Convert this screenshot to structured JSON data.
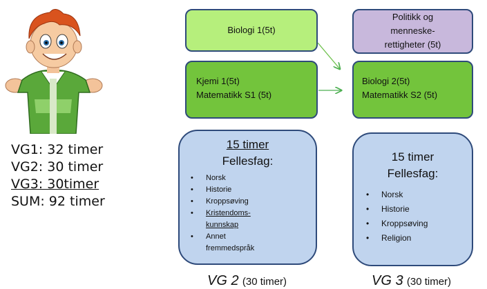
{
  "character": {
    "icon": "cartoon-boy-shrugging"
  },
  "totals": {
    "vg1": "VG1:   32 timer",
    "vg2": "VG2:  30 timer",
    "vg3": "VG3: 30timer",
    "sum": "SUM: 92 timer"
  },
  "vg2": {
    "biologi1": "Biologi 1(5t)",
    "kjemi1": "Kjemi 1(5t)",
    "matte_s1": "Matematikk S1 (5t)",
    "fellesfag_hours": "15 timer",
    "fellesfag_title": "Fellesfag:",
    "subjects": [
      "Norsk",
      "Historie",
      "Kroppsøving",
      "Kristendoms-kunnskap",
      "Annet fremmedspråk"
    ],
    "label_main": "VG 2",
    "label_hours": "(30 timer)"
  },
  "vg3": {
    "politikk_line1": "Politikk og",
    "politikk_line2": "menneske-",
    "politikk_line3": "rettigheter (5t)",
    "biologi2": "Biologi 2(5t)",
    "matte_s2": "Matematikk S2 (5t)",
    "fellesfag_hours": "15 timer",
    "fellesfag_title": "Fellesfag:",
    "subjects": [
      "Norsk",
      "Historie",
      "Kroppsøving",
      "Religion"
    ],
    "label_main": "VG 3",
    "label_hours": "(30 timer)"
  },
  "colors": {
    "border": "#2e4a7a",
    "green_light": "#b6ef7c",
    "green_dark": "#73c43c",
    "purple": "#c8b8dc",
    "blue": "#c0d4ee",
    "arrow": "#4caf50"
  }
}
